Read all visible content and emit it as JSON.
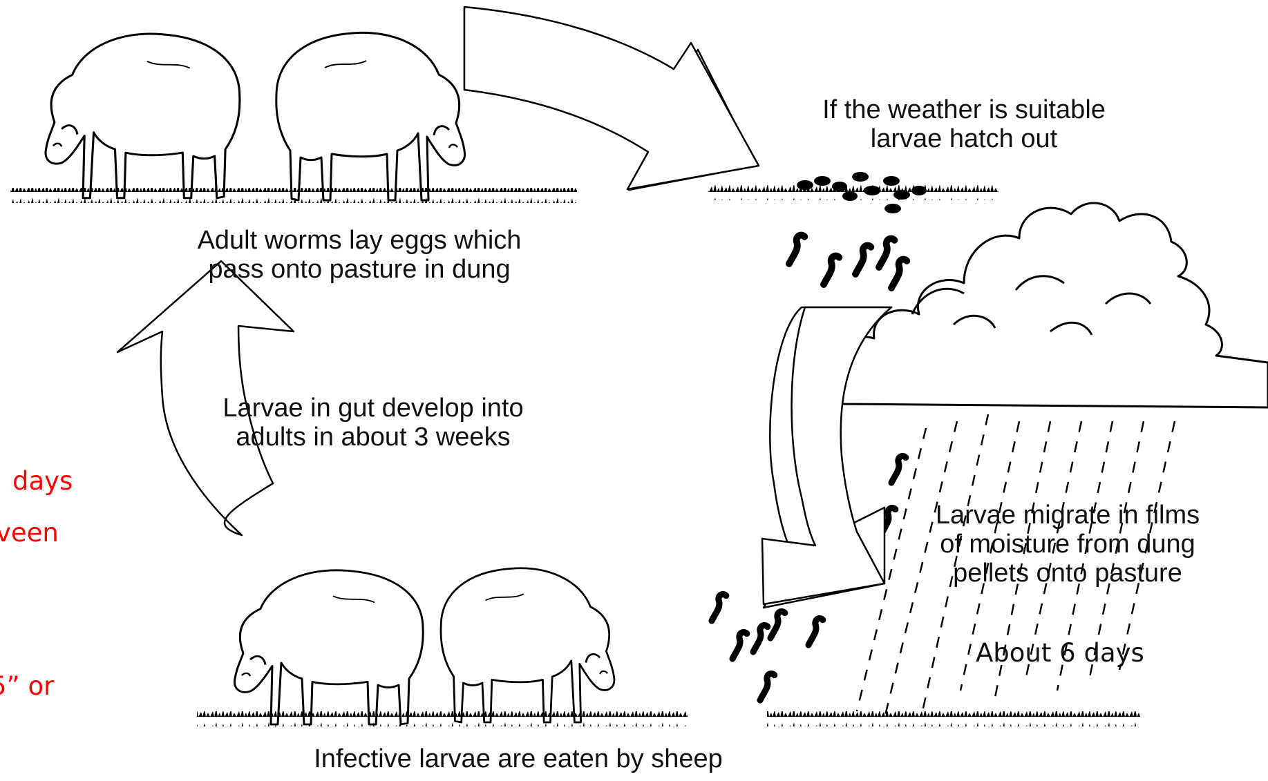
{
  "diagram": {
    "captions": {
      "adult_worms": [
        "Adult worms lay eggs which",
        "pass onto pasture in dung"
      ],
      "weather": [
        "If the weather is suitable",
        "larvae hatch out"
      ],
      "gut_develop": [
        "Larvae in gut develop into",
        "adults in about 3 weeks"
      ],
      "migrate": [
        "Larvae migrate in films",
        "of moisture from dung",
        "pellets onto pasture"
      ],
      "eaten": [
        "Infective larvae are eaten by sheep"
      ],
      "about_6_days": "About 6 days"
    },
    "cropped_notes": [
      "days",
      "veen",
      "5” or"
    ],
    "colors": {
      "line_art": "#000000",
      "note_text": "#ff0000",
      "caption_text": "#111111",
      "background": "#ffffff"
    }
  }
}
